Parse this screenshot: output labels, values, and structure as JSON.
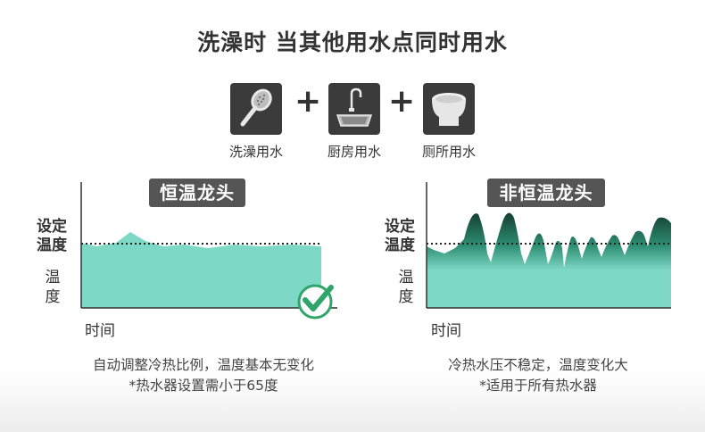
{
  "headline": "洗澡时 当其他用水点同时用水",
  "sources": [
    {
      "label": "洗澡用水",
      "icon": "shower-head-icon"
    },
    {
      "label": "厨房用水",
      "icon": "kitchen-sink-icon"
    },
    {
      "label": "厕所用水",
      "icon": "smart-toilet-icon"
    }
  ],
  "plus_sign": "+",
  "left_panel": {
    "badge": "恒温龙头",
    "set_temp_label": [
      "设定",
      "温度"
    ],
    "temp_axis": [
      "温",
      "度"
    ],
    "time_axis": "时间",
    "caption_line1": "自动调整冷热比例，温度基本无变化",
    "caption_line2": "*热水器设置需小于65度",
    "status_icon": "green-checkmark-icon"
  },
  "right_panel": {
    "badge": "非恒温龙头",
    "set_temp_label": [
      "设定",
      "温度"
    ],
    "temp_axis": [
      "温",
      "度"
    ],
    "time_axis": "时间",
    "caption_line1": "冷热水压不稳定，温度变化大",
    "caption_line2": "*适用于所有热水器"
  },
  "colors": {
    "fill": "#7dd8c6",
    "fill_dark": "#1a5c4a",
    "check": "#2fa56b",
    "tile": "#3b3b3b",
    "badge": "#555555"
  }
}
